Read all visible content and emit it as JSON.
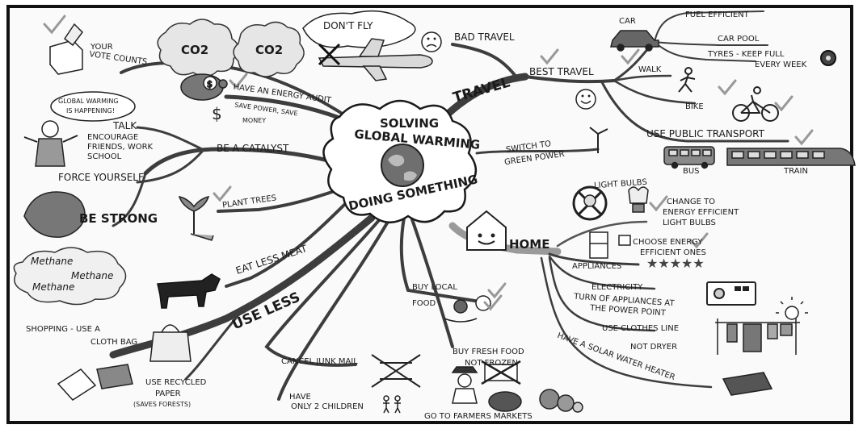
{
  "center": {
    "line1": "SOLVING",
    "line2": "GLOBAL WARMING",
    "line3": "DOING SOMETHING"
  },
  "travel": {
    "branch": "TRAVEL",
    "bad_travel": "BAD TRAVEL",
    "dont_fly": "DON'T FLY",
    "co2_a": "CO2",
    "co2_b": "CO2",
    "best_travel": "BEST TRAVEL",
    "car": "CAR",
    "fuel_efficient": "FUEL EFFICIENT",
    "car_pool": "CAR POOL",
    "tyres_line1": "TYRES - KEEP FULL",
    "tyres_line2": "EVERY WEEK",
    "walk": "WALK",
    "bike": "BIKE",
    "public_transport": "USE PUBLIC TRANSPORT",
    "bus": "BUS",
    "train": "TRAIN"
  },
  "green_power": {
    "line1": "SWITCH TO",
    "line2": "GREEN POWER"
  },
  "home": {
    "branch": "HOME",
    "light_bulbs": "LIGHT BULBS",
    "bulbs_line1": "CHANGE TO",
    "bulbs_line2": "ENERGY EFFICIENT",
    "bulbs_line3": "LIGHT BULBS",
    "appliances": "APPLIANCES",
    "choose_line1": "CHOOSE ENERGY",
    "choose_line2": "EFFICIENT ONES",
    "electricity": "ELECTRICITY",
    "power_line1": "TURN OF APPLIANCES AT",
    "power_line2": "THE POWER POINT",
    "clothes_line": "USE CLOTHES LINE",
    "not_dryer": "NOT DRYER",
    "solar": "HAVE A SOLAR WATER HEATER"
  },
  "food": {
    "buy_local_line1": "BUY LOCAL",
    "buy_local_line2": "FOOD",
    "fresh_line1": "BUY FRESH FOOD",
    "fresh_line2": "NOT FROZEN",
    "farmers": "GO TO FARMERS MARKETS"
  },
  "use_less": {
    "branch": "USE LESS",
    "shopping_line1": "SHOPPING - USE A",
    "shopping_line2": "CLOTH BAG",
    "paper_line1": "USE RECYCLED",
    "paper_line2": "PAPER",
    "paper_line3": "(SAVES FORESTS)",
    "junk_mail": "CANCEL JUNK MAIL",
    "children_line1": "HAVE",
    "children_line2": "ONLY 2 CHILDREN"
  },
  "left": {
    "vote_line1": "YOUR",
    "vote_line2": "VOTE COUNTS",
    "audit": "HAVE AN ENERGY AUDIT",
    "save_line1": "SAVE POWER, SAVE",
    "save_line2": "MONEY",
    "catalyst": "BE A CATALYST",
    "talk": "TALK",
    "speech_line1": "GLOBAL WARMING",
    "speech_line2": "IS HAPPENING!",
    "encourage_line1": "ENCOURAGE",
    "encourage_line2": "FRIENDS, WORK",
    "encourage_line3": "SCHOOL",
    "force": "FORCE YOURSELF",
    "strong": "BE STRONG",
    "plant": "PLANT TREES",
    "meat": "EAT LESS MEAT",
    "methane_1": "Methane",
    "methane_2": "Methane",
    "methane_3": "Methane"
  },
  "colors": {
    "ink": "#1a1a1a",
    "branch": "#3d3d3d",
    "light_branch": "#9a9a9a",
    "frame": "#111111",
    "paper": "#fafafa"
  }
}
